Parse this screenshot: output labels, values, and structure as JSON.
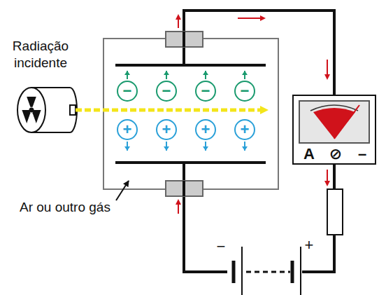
{
  "diagram": {
    "nodes": [
      {
        "text": [
          "−"
        ]
      },
      {
        "text": [
          "−"
        ]
      },
      {
        "text": [
          "−"
        ]
      },
      {
        "text": [
          "−"
        ]
      },
      {
        "text": [
          "+"
        ]
      },
      {
        "text": [
          "+"
        ]
      },
      {
        "text": [
          "+"
        ]
      },
      {
        "text": [
          "+"
        ]
      },
      {
        "text": [
          "A",
          "⊘",
          "–"
        ]
      }
    ],
    "labels": [
      "Radiação incidente",
      "Ar ou outro gás",
      "−",
      "+"
    ]
  }
}
